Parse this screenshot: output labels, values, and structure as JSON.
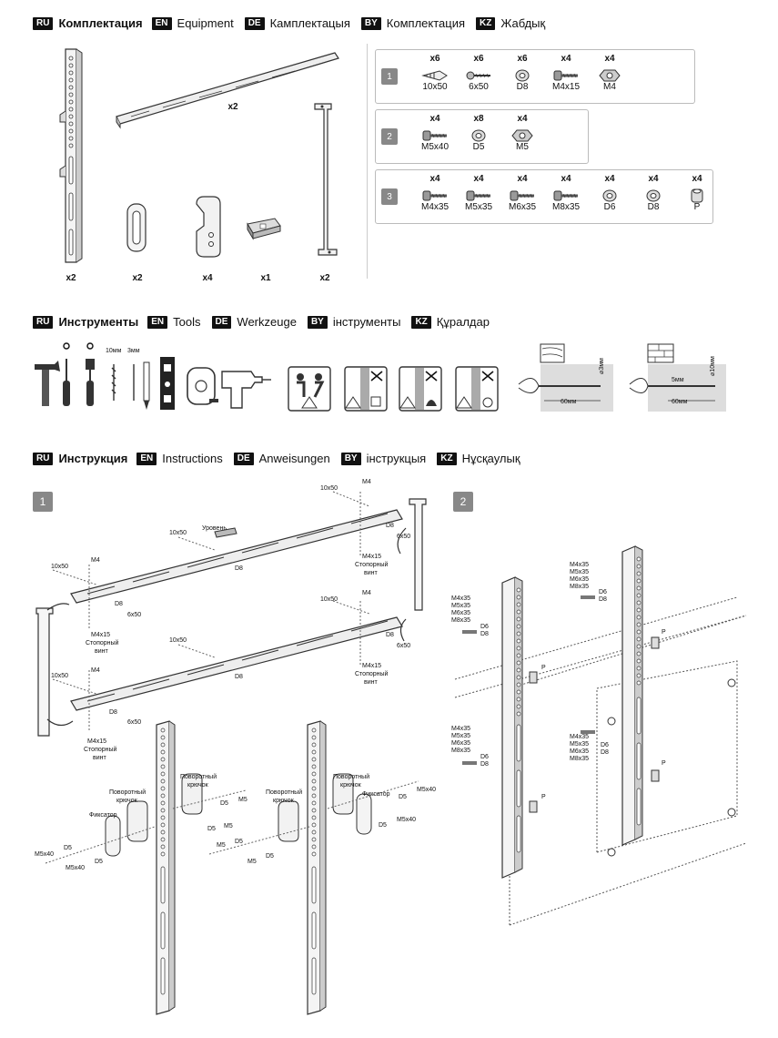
{
  "headers": {
    "equipment": [
      {
        "lang": "RU",
        "text": "Комплектация",
        "bold": true
      },
      {
        "lang": "EN",
        "text": "Equipment"
      },
      {
        "lang": "DE",
        "text": "Камплектацыя"
      },
      {
        "lang": "BY",
        "text": "Комплектация"
      },
      {
        "lang": "KZ",
        "text": "Жабдық"
      }
    ],
    "tools": [
      {
        "lang": "RU",
        "text": "Инструменты",
        "bold": true
      },
      {
        "lang": "EN",
        "text": "Tools"
      },
      {
        "lang": "DE",
        "text": "Werkzeuge"
      },
      {
        "lang": "BY",
        "text": "інструменты"
      },
      {
        "lang": "KZ",
        "text": "Құралдар"
      }
    ],
    "instructions": [
      {
        "lang": "RU",
        "text": "Инструкция",
        "bold": true
      },
      {
        "lang": "EN",
        "text": "Instructions"
      },
      {
        "lang": "DE",
        "text": "Anweisungen"
      },
      {
        "lang": "BY",
        "text": "інструкцыя"
      },
      {
        "lang": "KZ",
        "text": "Нұсқаулық"
      }
    ]
  },
  "equipment_parts": {
    "rail_qty": "x2",
    "vertical_qty": "x2",
    "lock_qty": "x2",
    "hook_qty": "x4",
    "level_qty": "x1",
    "side_bracket_qty": "x2"
  },
  "kits": [
    {
      "step": "1",
      "items": [
        {
          "qty": "x6",
          "name": "10x50",
          "icon": "anchor-icon"
        },
        {
          "qty": "x6",
          "name": "6x50",
          "icon": "screw-icon"
        },
        {
          "qty": "x6",
          "name": "D8",
          "icon": "washer-icon"
        },
        {
          "qty": "x4",
          "name": "M4x15",
          "icon": "bolt-icon"
        },
        {
          "qty": "x4",
          "name": "M4",
          "icon": "nut-icon"
        }
      ]
    },
    {
      "step": "2",
      "items": [
        {
          "qty": "x4",
          "name": "M5x40",
          "icon": "bolt-icon"
        },
        {
          "qty": "x8",
          "name": "D5",
          "icon": "washer-icon"
        },
        {
          "qty": "x4",
          "name": "M5",
          "icon": "nut-icon"
        }
      ]
    },
    {
      "step": "3",
      "items": [
        {
          "qty": "x4",
          "name": "M4x35",
          "icon": "bolt-icon"
        },
        {
          "qty": "x4",
          "name": "M5x35",
          "icon": "bolt-icon"
        },
        {
          "qty": "x4",
          "name": "M6x35",
          "icon": "bolt-icon"
        },
        {
          "qty": "x4",
          "name": "M8x35",
          "icon": "bolt-icon"
        },
        {
          "qty": "x4",
          "name": "D6",
          "icon": "washer-icon"
        },
        {
          "qty": "x4",
          "name": "D8",
          "icon": "washer-icon"
        },
        {
          "qty": "x4",
          "name": "P",
          "icon": "spacer-icon"
        }
      ]
    }
  ],
  "tools": {
    "drill_bit_10": "10мм",
    "drill_bit_3": "3мм",
    "depth_label": "60мм",
    "hole_3": "⌀3мм",
    "hole_10": "⌀10мм",
    "gap_5": "5мм"
  },
  "step1": {
    "number": "1",
    "labels": {
      "anchor": "10x50",
      "screw": "6x50",
      "washer": "D8",
      "nut": "M4",
      "bolt": "M4x15",
      "stop_screw_1": "Стопорный",
      "stop_screw_2": "винт",
      "level": "Уровень",
      "hook_1": "Поворотный",
      "hook_2": "крючок",
      "fixator": "Фиксатор",
      "bolt_m5": "M5x40",
      "washer_d5": "D5",
      "nut_m5": "M5"
    }
  },
  "step2": {
    "number": "2",
    "bolts": [
      "M4x35",
      "M5x35",
      "M6x35",
      "M8x35"
    ],
    "washers": [
      "D6",
      "D8"
    ],
    "spacer": "P"
  }
}
